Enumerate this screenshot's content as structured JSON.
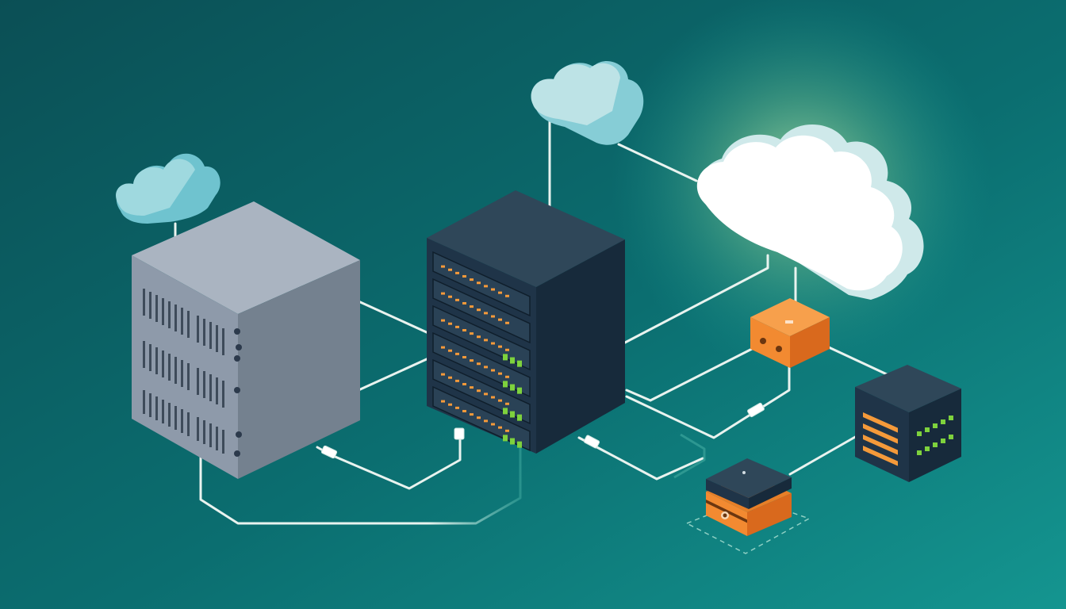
{
  "scene": {
    "kind": "isometric cloud network illustration",
    "text": []
  },
  "colors": {
    "bg_dark": "#0c5457",
    "bg_mid": "#0b7373",
    "bg_light": "#16938f",
    "glow": "#9bd09a",
    "cable": "#e9f3ef",
    "cable_faded": "#3ba49b",
    "cloud_light": "#bfe4e6",
    "cloud_blue": "#7fcdd6",
    "cloud_white": "#ffffff",
    "gray_front": "#8f9bab",
    "gray_side": "#74818f",
    "gray_top": "#aab4c1",
    "navy_front": "#1f3448",
    "navy_side": "#182a3b",
    "navy_top": "#2d4659",
    "orange": "#f28a31",
    "orange_dark": "#d9691d",
    "led_orange": "#f59a3a",
    "led_green": "#7ed23d"
  },
  "nodes": [
    {
      "name": "cloud-small-left",
      "kind": "cloud"
    },
    {
      "name": "cloud-top-center",
      "kind": "cloud"
    },
    {
      "name": "cloud-large-right",
      "kind": "cloud"
    },
    {
      "name": "server-tower-gray",
      "kind": "server"
    },
    {
      "name": "server-rack-dark",
      "kind": "server-rack"
    },
    {
      "name": "router-box-orange",
      "kind": "network-box"
    },
    {
      "name": "server-cube-small",
      "kind": "server"
    },
    {
      "name": "edge-device",
      "kind": "device"
    }
  ],
  "links": [
    {
      "from": "cloud-small-left",
      "to": "server-tower-gray"
    },
    {
      "from": "cloud-top-center",
      "to": "server-rack-dark"
    },
    {
      "from": "cloud-top-center",
      "to": "cloud-large-right"
    },
    {
      "from": "server-tower-gray",
      "to": "server-rack-dark"
    },
    {
      "from": "server-rack-dark",
      "to": "cloud-large-right"
    },
    {
      "from": "cloud-large-right",
      "to": "router-box-orange"
    },
    {
      "from": "router-box-orange",
      "to": "server-rack-dark"
    },
    {
      "from": "router-box-orange",
      "to": "server-cube-small"
    },
    {
      "from": "server-cube-small",
      "to": "edge-device"
    },
    {
      "from": "server-rack-dark",
      "to": "edge-device"
    },
    {
      "from": "server-tower-gray",
      "to": "server-rack-dark"
    }
  ]
}
